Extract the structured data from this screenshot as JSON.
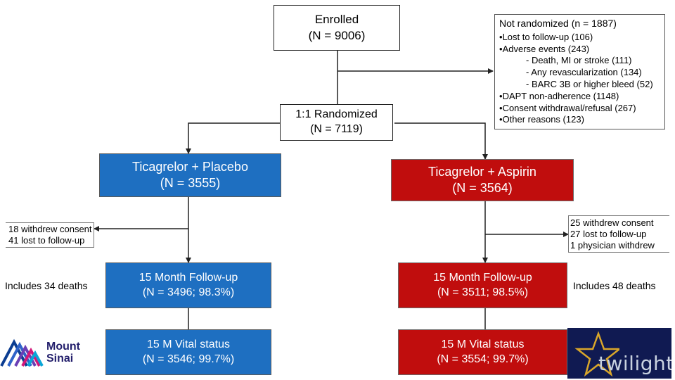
{
  "enrolled": {
    "title": "Enrolled",
    "n": "(N = 9006)"
  },
  "not_randomized": {
    "title": "Not randomized (n = 1887)",
    "items": [
      {
        "text": "Lost to follow-up (106)",
        "level": 0
      },
      {
        "text": "Adverse events (243)",
        "level": 0
      },
      {
        "text": "- Death, MI or stroke (111)",
        "level": 1
      },
      {
        "text": "- Any revascularization (134)",
        "level": 1
      },
      {
        "text": "- BARC 3B or higher bleed (52)",
        "level": 1
      },
      {
        "text": "DAPT non-adherence (1148)",
        "level": 0
      },
      {
        "text": "Consent withdrawal/refusal (267)",
        "level": 0
      },
      {
        "text": "Other reasons (123)",
        "level": 0
      }
    ]
  },
  "randomized": {
    "title": "1:1 Randomized",
    "n": "(N = 7119)"
  },
  "placebo_arm": {
    "title": "Ticagrelor + Placebo",
    "n": "(N = 3555)",
    "withdrawn": [
      "18 withdrew consent",
      "41 lost to follow-up"
    ],
    "deaths": "Includes 34 deaths",
    "followup": {
      "title": "15 Month Follow-up",
      "n": "(N = 3496; 98.3%)"
    },
    "vital": {
      "title": "15 M Vital status",
      "n": "(N = 3546; 99.7%)"
    }
  },
  "aspirin_arm": {
    "title": "Ticagrelor + Aspirin",
    "n": "(N = 3564)",
    "withdrawn": [
      "25 withdrew consent",
      "27 lost to follow-up",
      "1 physician withdrew"
    ],
    "deaths": "Includes 48 deaths",
    "followup": {
      "title": "15 Month Follow-up",
      "n": "(N = 3511; 98.5%)"
    },
    "vital": {
      "title": "15 M Vital status",
      "n": "(N = 3554; 99.7%)"
    }
  },
  "logos": {
    "mount_sinai": [
      "Mount",
      "Sinai"
    ],
    "twilight": "twilight"
  },
  "colors": {
    "placebo_arm": "#1e6fc1",
    "aspirin_arm": "#c00d0d",
    "logo_mount_sinai": "#221e6b",
    "logo_twilight_bg": "#101a52"
  }
}
